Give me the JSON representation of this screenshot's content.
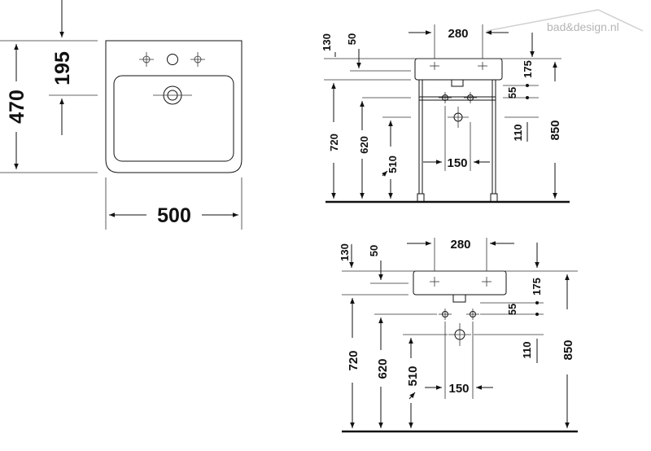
{
  "watermark": {
    "text": "bad&design.nl"
  },
  "top_view": {
    "height_total": "470",
    "depth_tap": "195",
    "width": "500"
  },
  "front_stand": {
    "tap_spacing": "280",
    "d130": "130",
    "d50": "50",
    "d175": "175",
    "d55": "55",
    "d110": "110",
    "d850": "850",
    "d720": "720",
    "d620": "620",
    "d510": "510",
    "d150": "150"
  },
  "front_wall": {
    "tap_spacing": "280",
    "d130": "130",
    "d50": "50",
    "d175": "175",
    "d55": "55",
    "d110": "110",
    "d850": "850",
    "d720": "720",
    "d620": "620",
    "d510": "510",
    "d150": "150"
  }
}
